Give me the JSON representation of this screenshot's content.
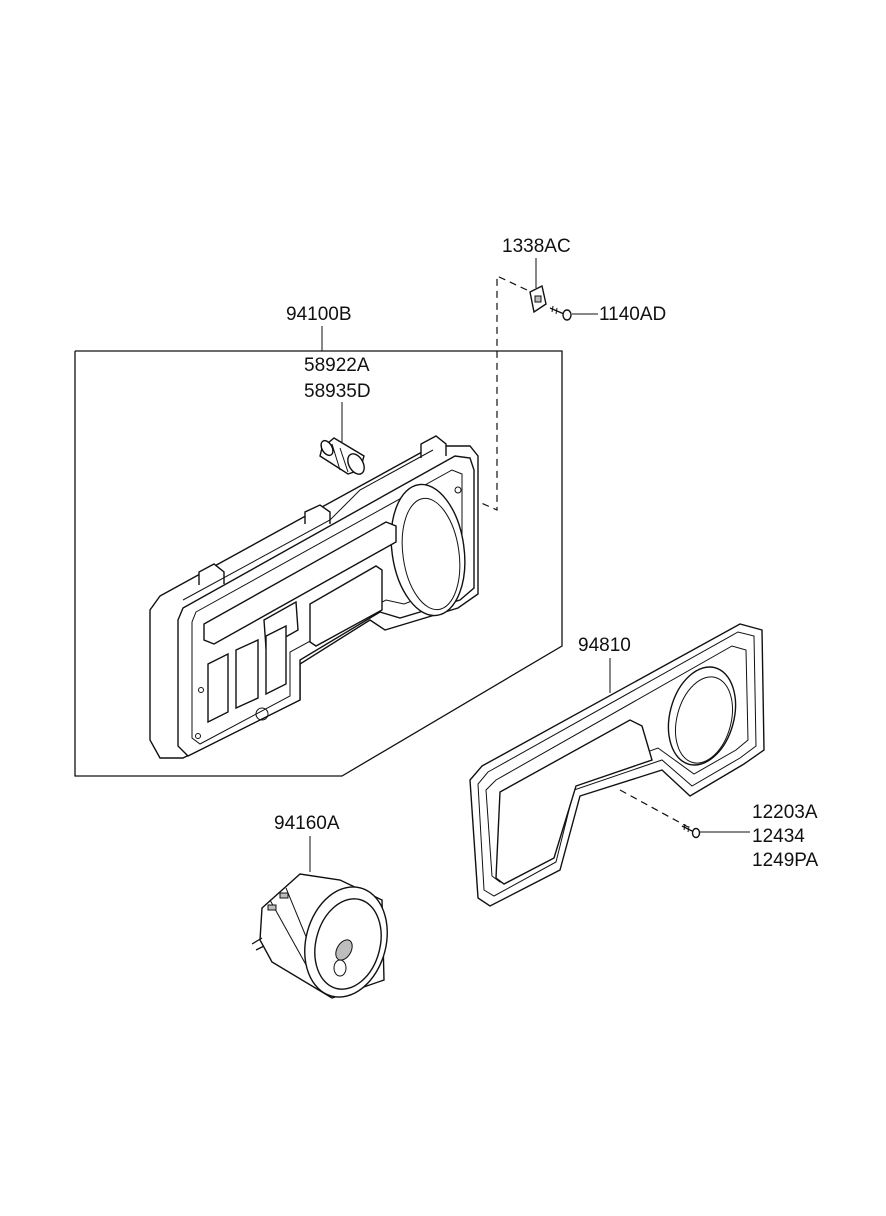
{
  "diagram": {
    "part_labels": {
      "clip": "1338AC",
      "screw_top": "1140AD",
      "cluster_assembly": "94100B",
      "bulb_a": "58922A",
      "bulb_b": "58935D",
      "bezel": "94810",
      "screw_1": "12203A",
      "screw_2": "12434",
      "screw_3": "1249PA",
      "gauge": "94160A"
    }
  }
}
